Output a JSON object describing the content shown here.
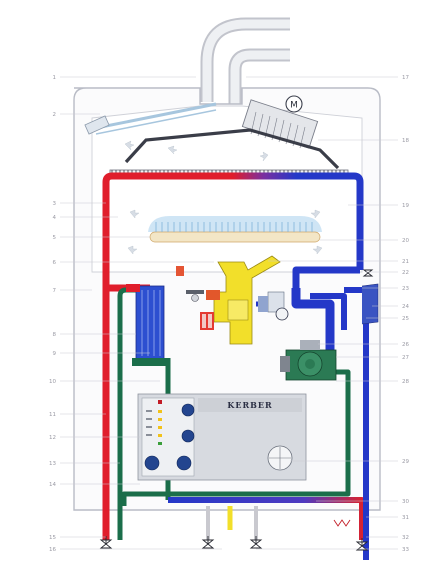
{
  "diagram": {
    "brand_text": "KERBER",
    "motor_symbol": "M",
    "colors": {
      "hot_pipe": "#e01e2c",
      "cold_pipe": "#2438c8",
      "return_pipe": "#1b6e4a",
      "gas_valve": "#f2df2a",
      "burner_flame": "#b9d8ee",
      "casing": "#b9bcc6"
    },
    "left_labels": [
      "1",
      "2",
      "3",
      "4",
      "5",
      "6",
      "7",
      "8",
      "9",
      "10",
      "11",
      "12",
      "13",
      "14",
      "15",
      "16"
    ],
    "right_labels": [
      "17",
      "18",
      "19",
      "20",
      "21",
      "22",
      "23",
      "24",
      "25",
      "26",
      "27",
      "28",
      "29",
      "30",
      "31",
      "32",
      "33"
    ]
  }
}
